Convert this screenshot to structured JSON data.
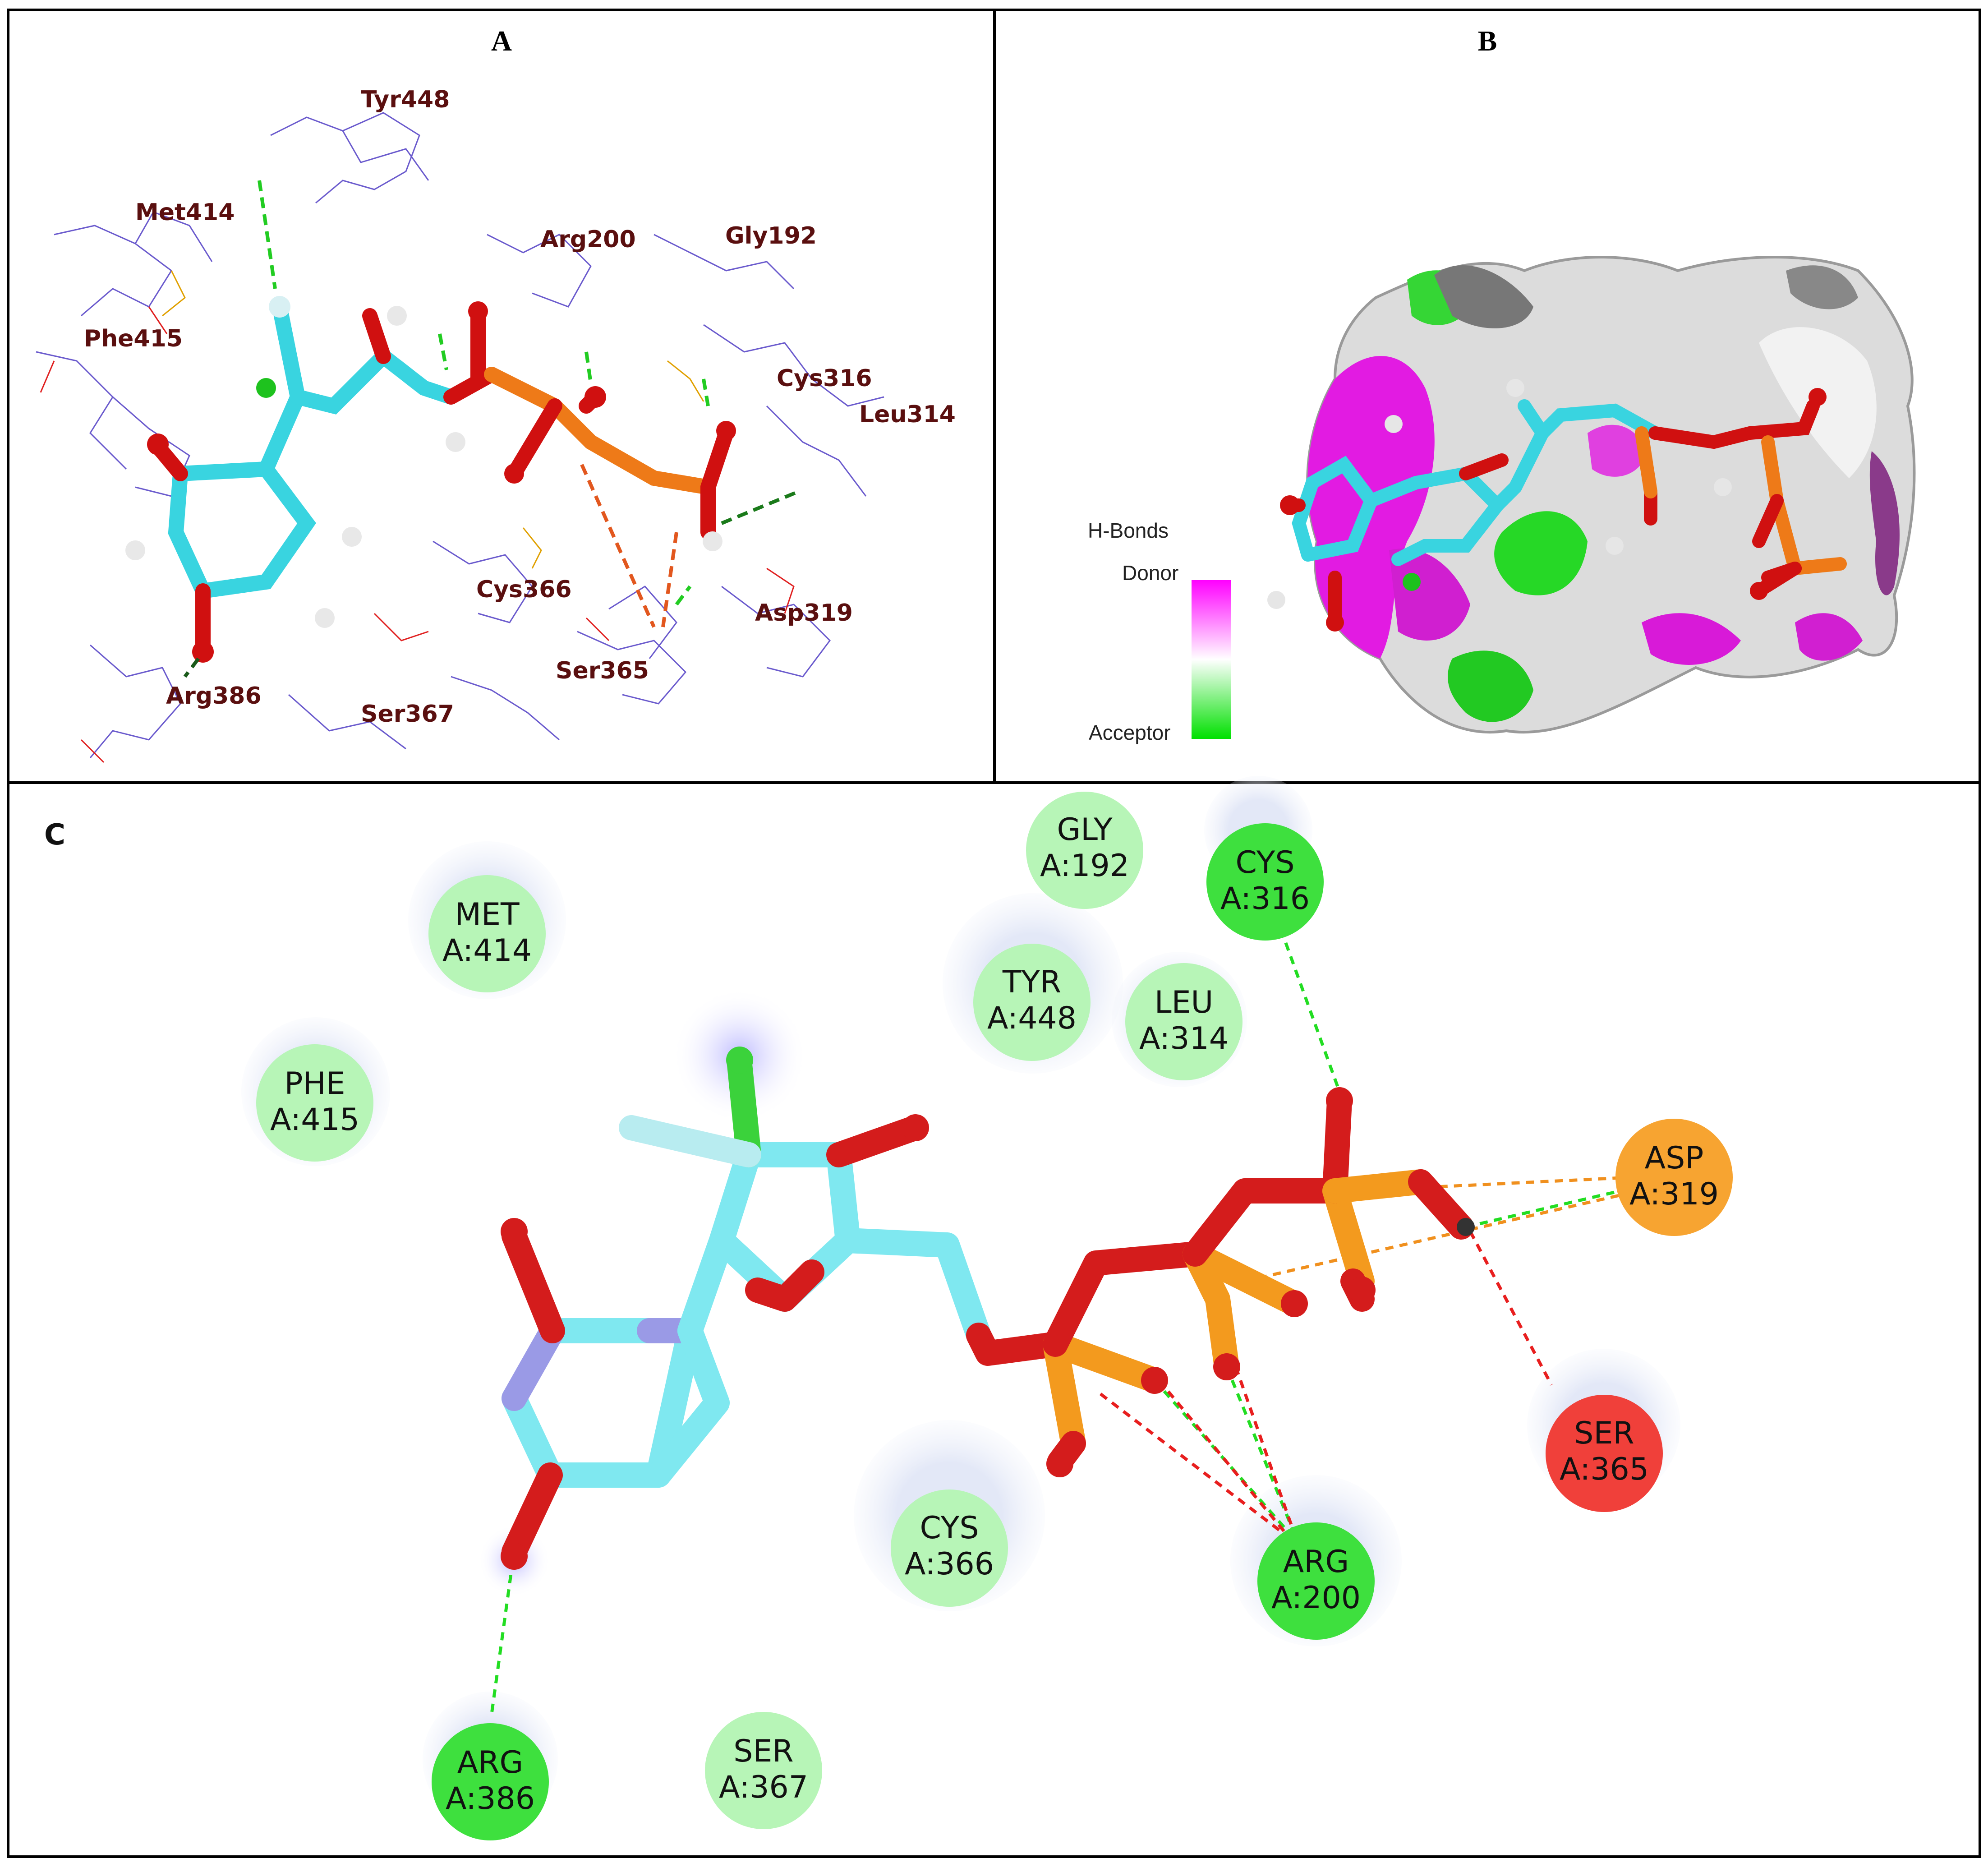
{
  "panels": {
    "a": {
      "label": "A"
    },
    "b": {
      "label": "B"
    },
    "c": {
      "label": "C"
    }
  },
  "panel_a": {
    "residues": [
      {
        "id": "tyr448",
        "label": "Tyr448"
      },
      {
        "id": "met414",
        "label": "Met414"
      },
      {
        "id": "arg200",
        "label": "Arg200"
      },
      {
        "id": "gly192",
        "label": "Gly192"
      },
      {
        "id": "phe415",
        "label": "Phe415"
      },
      {
        "id": "cys316",
        "label": "Cys316"
      },
      {
        "id": "leu314",
        "label": "Leu314"
      },
      {
        "id": "cys366",
        "label": "Cys366"
      },
      {
        "id": "asp319",
        "label": "Asp319"
      },
      {
        "id": "ser365",
        "label": "Ser365"
      },
      {
        "id": "arg386",
        "label": "Arg386"
      },
      {
        "id": "ser367",
        "label": "Ser367"
      }
    ]
  },
  "panel_b": {
    "legend": {
      "title": "H-Bonds",
      "top": "Donor",
      "bottom": "Acceptor",
      "colors": {
        "donor": "#ff00ff",
        "mid": "#ffffff",
        "acceptor": "#00e000"
      }
    }
  },
  "panel_c": {
    "residues": [
      {
        "id": "gly192",
        "name": "GLY",
        "chain": "A:192",
        "type": "vdw"
      },
      {
        "id": "cys316",
        "name": "CYS",
        "chain": "A:316",
        "type": "hbond"
      },
      {
        "id": "met414",
        "name": "MET",
        "chain": "A:414",
        "type": "vdw"
      },
      {
        "id": "tyr448",
        "name": "TYR",
        "chain": "A:448",
        "type": "vdw"
      },
      {
        "id": "leu314",
        "name": "LEU",
        "chain": "A:314",
        "type": "vdw"
      },
      {
        "id": "phe415",
        "name": "PHE",
        "chain": "A:415",
        "type": "vdw"
      },
      {
        "id": "asp319",
        "name": "ASP",
        "chain": "A:319",
        "type": "charge"
      },
      {
        "id": "ser365",
        "name": "SER",
        "chain": "A:365",
        "type": "unfavorable"
      },
      {
        "id": "cys366",
        "name": "CYS",
        "chain": "A:366",
        "type": "vdw"
      },
      {
        "id": "arg200",
        "name": "ARG",
        "chain": "A:200",
        "type": "hbond"
      },
      {
        "id": "arg386",
        "name": "ARG",
        "chain": "A:386",
        "type": "hbond"
      },
      {
        "id": "ser367",
        "name": "SER",
        "chain": "A:367",
        "type": "vdw"
      }
    ],
    "colors": {
      "vdw": "#b7f5b7",
      "hbond": "#3ee03e",
      "charge": "#f7a431",
      "unfavorable": "#f0403a",
      "carbon": "#7fe8f0",
      "nitrogen": "#9a9ae6",
      "oxygen": "#d41c1c",
      "phosphorus": "#f39a1e",
      "chlorine": "#3bd23b"
    }
  }
}
